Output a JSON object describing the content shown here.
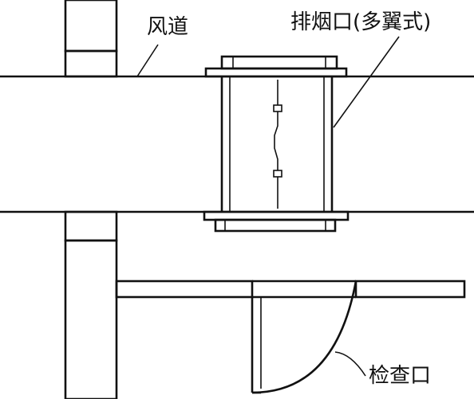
{
  "labels": {
    "duct": "风道",
    "smoke_outlet": "排烟口(多翼式)",
    "inspection_opening": "检查口"
  }
}
